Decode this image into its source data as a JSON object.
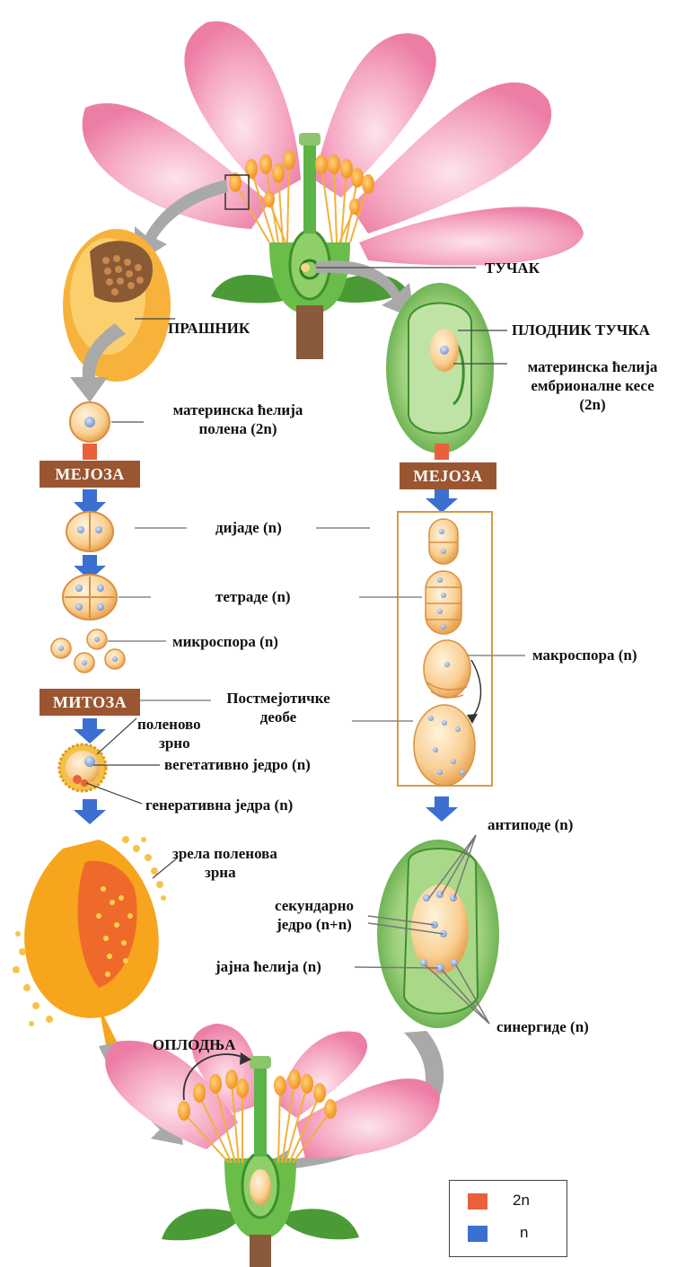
{
  "labels": {
    "tuchak": "ТУЧАК",
    "prashnik": "ПРАШНИК",
    "plodnik": "ПЛОДНИК ТУЧКА",
    "maternal_embryo_1": "материнска ћелија",
    "maternal_embryo_2": "ембрионалне кесе",
    "maternal_embryo_3": "(2n)",
    "maternal_pollen_1": "материнска ћелија",
    "maternal_pollen_2": "полена (2n)",
    "dyads": "дијаде (n)",
    "tetrads": "тетраде (n)",
    "microspore": "микроспора (n)",
    "macrospore": "макроспора (n)",
    "postmeiotic_1": "Постмејотичке",
    "postmeiotic_2": "деобе",
    "pollen_grain_1": "поленово",
    "pollen_grain_2": "зрно",
    "vegetative": "вегетативно једро (n)",
    "generative": "генеративна једра (n)",
    "mature_pollen_1": "зрела поленова",
    "mature_pollen_2": "зрна",
    "antipodes": "антиподе (n)",
    "secondary_1": "секундарно",
    "secondary_2": "једро (n+n)",
    "egg": "јајна ћелија (n)",
    "synergids": "синергиде (n)",
    "fertilization": "ОПЛОДЊА"
  },
  "boxes": {
    "meiosis_left": "МЕЈОЗА",
    "meiosis_right": "МЕЈОЗА",
    "mitosis": "МИТОЗА"
  },
  "legend": {
    "items": [
      {
        "label": "2n",
        "color": "#e8613c"
      },
      {
        "label": "n",
        "color": "#3b6fd1"
      }
    ]
  },
  "colors": {
    "petal": "#f08fb0",
    "petal_light": "#f9c6d8",
    "stamen": "#f5a623",
    "green": "#5cb346",
    "box": "#9a5631",
    "arrow_blue": "#3b6fd1",
    "arrow_red": "#e8613c",
    "arrow_gray": "#a9a9a9"
  }
}
